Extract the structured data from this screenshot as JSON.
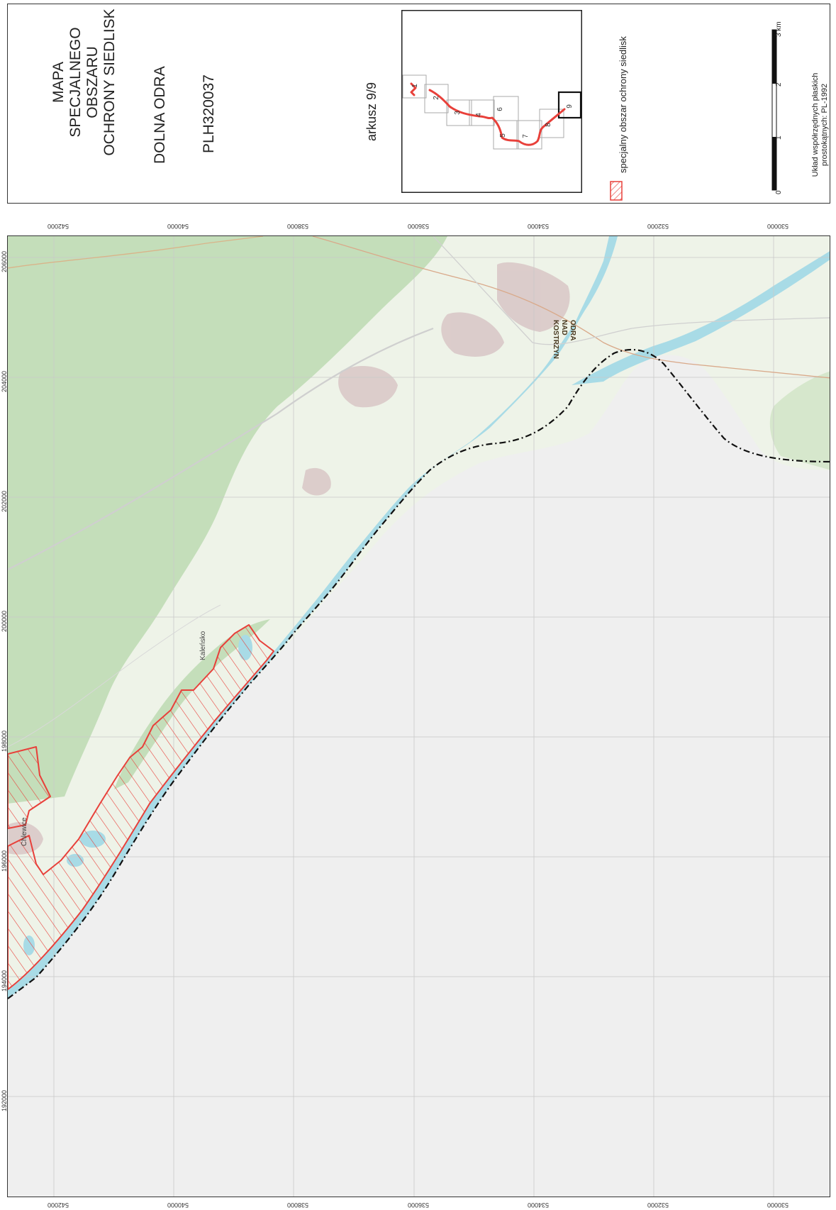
{
  "header": {
    "title_lines": [
      "MAPA",
      "SPECJALNEGO",
      "OBSZARU",
      "OCHRONY SIEDLISK"
    ],
    "site_name": "DOLNA ODRA",
    "site_code": "PLH320037",
    "sheet": "arkusz 9/9"
  },
  "index_map": {
    "sheet_numbers": [
      "1",
      "2",
      "3",
      "4",
      "5",
      "6",
      "7",
      "8",
      "9"
    ],
    "current_sheet": "9"
  },
  "legend": {
    "item_label": "specjalny obszar ochrony siedlisk",
    "item_color": "#e8403a"
  },
  "scale_bar": {
    "ticks": [
      "0",
      "1",
      "2",
      "3 km"
    ],
    "crs_note": "Układ współrzędnych płaskich prostokątnych: PL-1992"
  },
  "map": {
    "place_labels": {
      "kostrzyn": [
        "KOSTRZYN",
        "NAD",
        "ODRA"
      ],
      "kalensko": "Kaleńsko",
      "chlewice": "Chlewice"
    },
    "colors": {
      "forest": "#c4deba",
      "open_land": "#eef3e8",
      "water": "#a8dbe6",
      "outside": "#ececec",
      "urban": "#d8c6c6",
      "soo_border": "#e8403a",
      "border_line": "#111111"
    },
    "coords_vertical": [
      "542000",
      "540000",
      "538000",
      "536000",
      "534000",
      "532000",
      "530000"
    ],
    "coords_horizontal": [
      "206000",
      "204000",
      "202000",
      "200000",
      "198000",
      "196000",
      "194000",
      "192000"
    ]
  }
}
